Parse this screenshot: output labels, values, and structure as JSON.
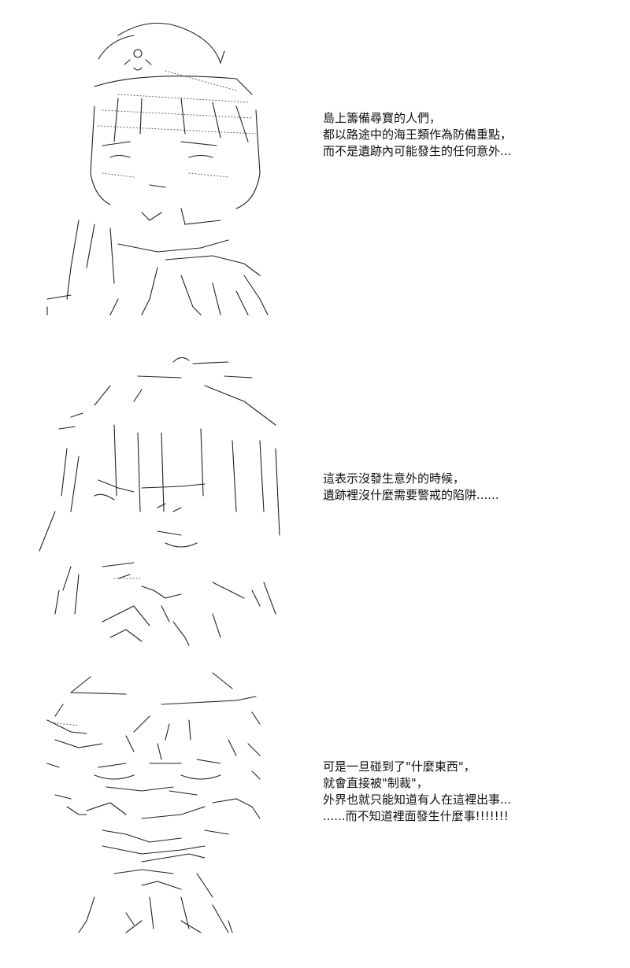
{
  "panels": [
    {
      "illustration": "ascii-art-character-in-hat",
      "lines": [
        "島上籌備尋寶的人們，",
        "都以路途中的海王類作為防備重點，",
        "而不是遺跡內可能發生的任何意外..."
      ]
    },
    {
      "illustration": "ascii-art-character-smiling",
      "lines": [
        "這表示沒發生意外的時候，",
        "遺跡裡沒什麼需要警戒的陷阱......"
      ]
    },
    {
      "illustration": "ascii-art-character-grinning",
      "lines": [
        "可是一旦碰到了\"什麼東西\"，",
        "就會直接被\"制裁\"，",
        "外界也就只能知道有人在這裡出事...",
        "......而不知道裡面發生什麼事!!!!!!!"
      ]
    }
  ]
}
